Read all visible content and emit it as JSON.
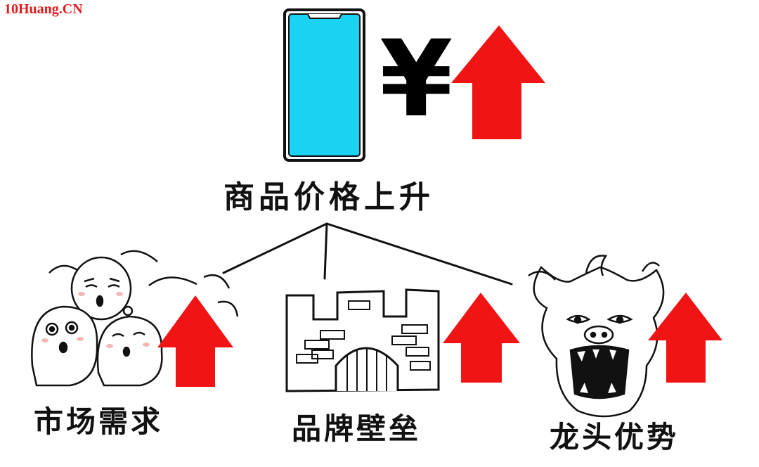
{
  "watermark": "10Huang.CN",
  "currency_symbol": "¥",
  "top": {
    "label": "商品价格上升"
  },
  "factors": [
    {
      "label": "市场需求"
    },
    {
      "label": "品牌壁垒"
    },
    {
      "label": "龙头优势"
    }
  ],
  "colors": {
    "arrow": "#f01414",
    "phone_screen": "#1ad3f3",
    "ink": "#111111",
    "watermark": "#e31b1b"
  },
  "icons": [
    "phone-icon",
    "yen-icon",
    "up-arrow-icon",
    "people-icon",
    "castle-wall-icon",
    "dragon-head-icon"
  ]
}
